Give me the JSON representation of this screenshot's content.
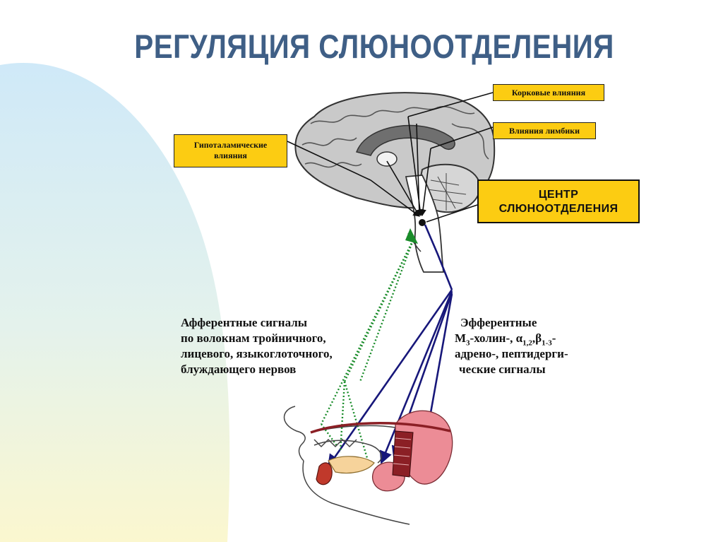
{
  "title": "РЕГУЛЯЦИЯ СЛЮНООТДЕЛЕНИЯ",
  "colors": {
    "title": "#3f5f86",
    "label_fill": "#fccc12",
    "efferent_arrow": "#17177a",
    "afferent_arrow": "#1a8c2a",
    "gland_pink": "#ec8c96",
    "bg_blue": "#cfe9f8",
    "bg_yellow": "#fbf7cf"
  },
  "labels": {
    "cortical": "Корковые влияния",
    "limbic": "Влияния лимбики",
    "hypothalamic_line1": "Гипоталамические",
    "hypothalamic_line2": "влияния",
    "center_line1": "ЦЕНТР",
    "center_line2": "СЛЮНООТДЕЛЕНИЯ"
  },
  "afferent": {
    "lines": [
      "Афферентные сигналы",
      "по волокнам тройничного,",
      "лицевого, языкоглоточного,",
      "блуждающего нервов"
    ]
  },
  "efferent": {
    "line1": "Эфферентные",
    "line2_pre": "М",
    "line2_sub1": "3",
    "line2_mid": "-холин-, ",
    "line2_alpha": "α",
    "line2_sub2": "1,2",
    "line2_sep": ",",
    "line2_beta": "β",
    "line2_sub3": "1-3",
    "line2_post": "-",
    "line3": "адрено-, пептидерги-",
    "line4": "ческие сигналы"
  }
}
